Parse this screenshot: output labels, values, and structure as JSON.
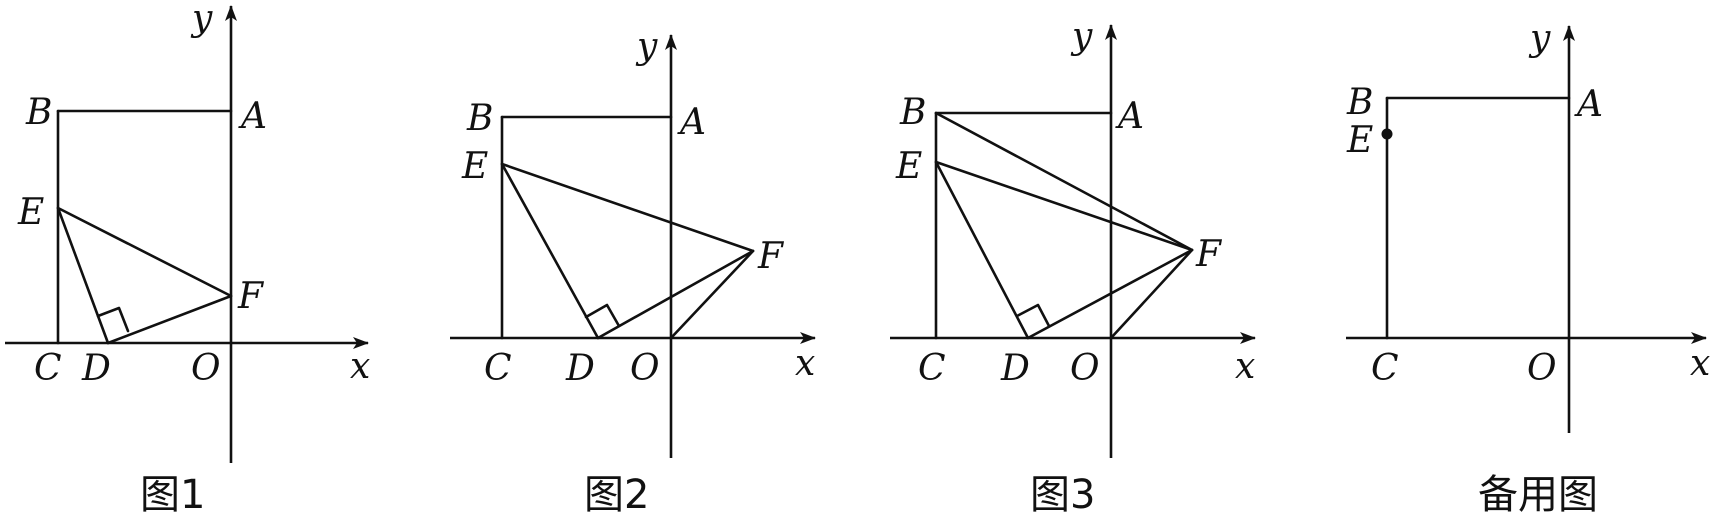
{
  "figures": [
    {
      "caption": "图1",
      "axis_labels": {
        "x": "x",
        "y": "y"
      },
      "points": {
        "A": "A",
        "B": "B",
        "C": "C",
        "D": "D",
        "E": "E",
        "F": "F",
        "O": "O"
      }
    },
    {
      "caption": "图2",
      "axis_labels": {
        "x": "x",
        "y": "y"
      },
      "points": {
        "A": "A",
        "B": "B",
        "C": "C",
        "D": "D",
        "E": "E",
        "F": "F",
        "O": "O"
      }
    },
    {
      "caption": "图3",
      "axis_labels": {
        "x": "x",
        "y": "y"
      },
      "points": {
        "A": "A",
        "B": "B",
        "C": "C",
        "D": "D",
        "E": "E",
        "F": "F",
        "O": "O"
      }
    },
    {
      "caption": "备用图",
      "axis_labels": {
        "x": "x",
        "y": "y"
      },
      "points": {
        "A": "A",
        "B": "B",
        "C": "C",
        "E": "E",
        "O": "O"
      }
    }
  ]
}
